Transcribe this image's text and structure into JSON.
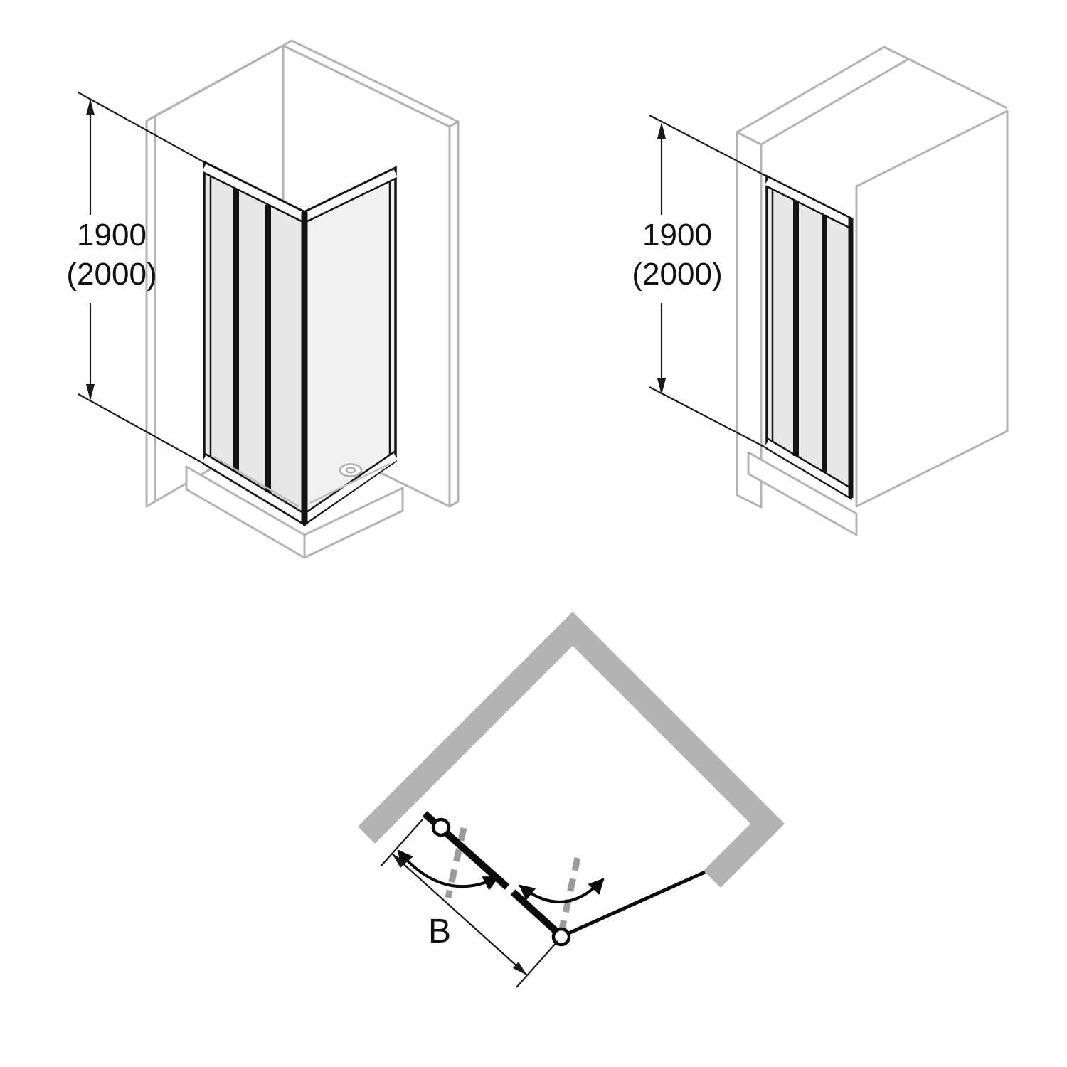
{
  "diagram": {
    "views": {
      "corner": {
        "height_label": "1900",
        "height_alt_label": "(2000)"
      },
      "recess": {
        "height_label": "1900",
        "height_alt_label": "(2000)"
      },
      "plan": {
        "width_label": "B"
      }
    }
  },
  "colors": {
    "outline_gray": "#b3b3b3",
    "wall_fill": "#b3b3b3",
    "frame_black": "#141414",
    "glass_fill": "#e7e7e7"
  }
}
